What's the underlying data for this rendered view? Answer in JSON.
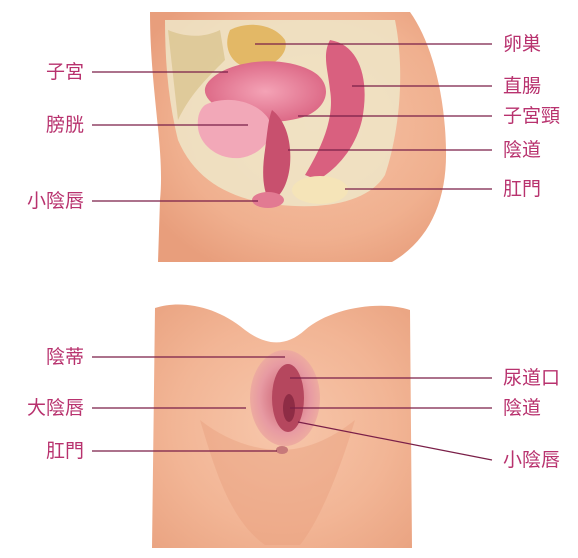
{
  "diagram": {
    "label_color": "#b8326e",
    "line_color": "#7a1f48",
    "top_panel": {
      "left_labels": [
        "子宮",
        "膀胱",
        "小陰唇"
      ],
      "right_labels": [
        "卵巣",
        "直腸",
        "子宮頸",
        "陰道",
        "肛門"
      ]
    },
    "bottom_panel": {
      "left_labels": [
        "陰蒂",
        "大陰唇",
        "肛門"
      ],
      "right_labels": [
        "尿道口",
        "陰道",
        "小陰唇"
      ]
    }
  }
}
